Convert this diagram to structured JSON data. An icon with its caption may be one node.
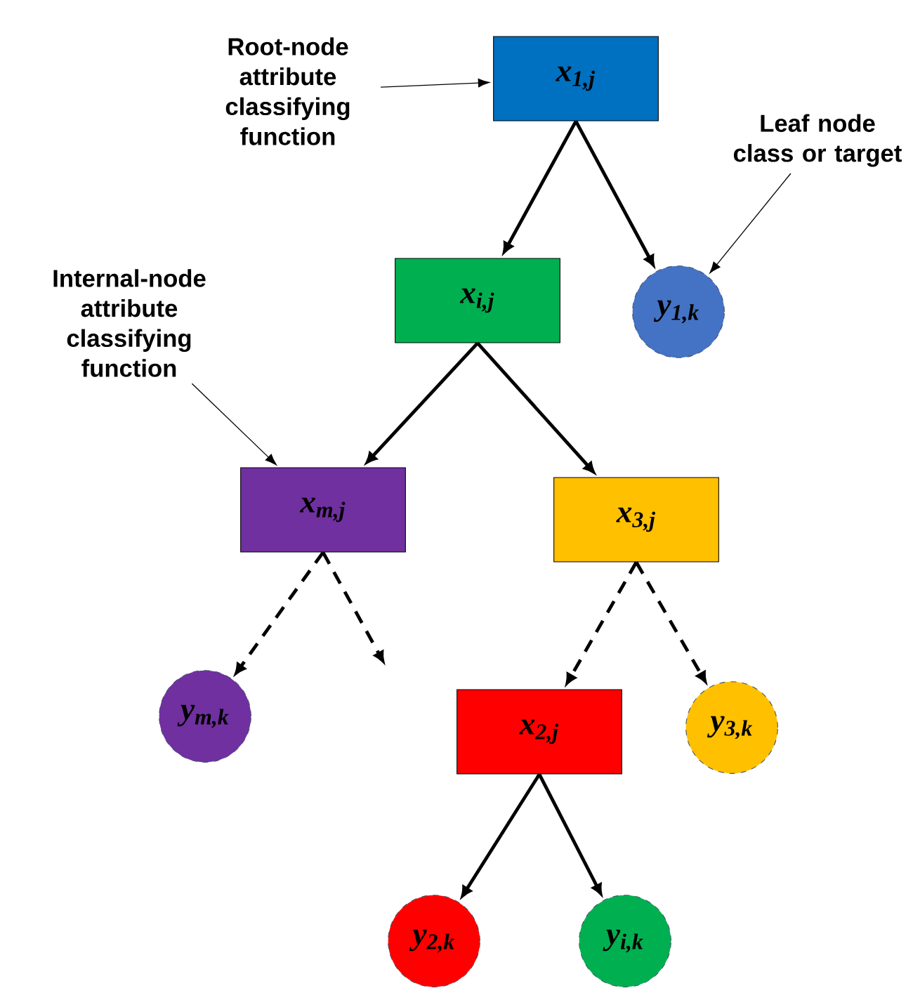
{
  "diagram": {
    "nodes": [
      {
        "text": [
          "Root-node attribute classifying function"
        ]
      },
      {
        "text": [
          "x$_{1,j}$"
        ]
      },
      {
        "text": [
          "Leaf node class or target"
        ]
      },
      {
        "text": [
          "x$_{i,j}$"
        ]
      },
      {
        "text": [
          "y$_{1,k}$"
        ]
      },
      {
        "text": [
          "Internal-node attribute classifying function"
        ]
      },
      {
        "text": [
          "x$_{m,j}$"
        ]
      },
      {
        "text": [
          "x$_{3,j}$"
        ]
      },
      {
        "text": [
          "y$_{m,k}$"
        ]
      },
      {
        "text": [
          "x$_{2,j}$"
        ]
      },
      {
        "text": [
          "y$_{3,k}$"
        ]
      },
      {
        "text": [
          "y$_{2,k}$"
        ]
      },
      {
        "text": [
          "y$_{i,k}$"
        ]
      }
    ],
    "edges": [
      {
        "from": 0,
        "to": 1,
        "arrow": "to"
      },
      {
        "from": 2,
        "to": 4,
        "arrow": "to"
      },
      {
        "from": 1,
        "to": 3,
        "arrow": "to"
      },
      {
        "from": 1,
        "to": 4,
        "arrow": "to"
      },
      {
        "from": 5,
        "to": 6,
        "arrow": "to"
      },
      {
        "from": 3,
        "to": 6,
        "arrow": "to"
      },
      {
        "from": 3,
        "to": 7,
        "arrow": "to"
      },
      {
        "from": 6,
        "to": 8,
        "arrow": "to",
        "style": "dashed"
      },
      {
        "from": 6,
        "to": null,
        "arrow": "to",
        "style": "dashed"
      },
      {
        "from": 7,
        "to": 9,
        "arrow": "to",
        "style": "dashed"
      },
      {
        "from": 7,
        "to": 10,
        "arrow": "to",
        "style": "dashed"
      },
      {
        "from": 9,
        "to": 11,
        "arrow": "to"
      },
      {
        "from": 9,
        "to": 12,
        "arrow": "to"
      }
    ]
  }
}
